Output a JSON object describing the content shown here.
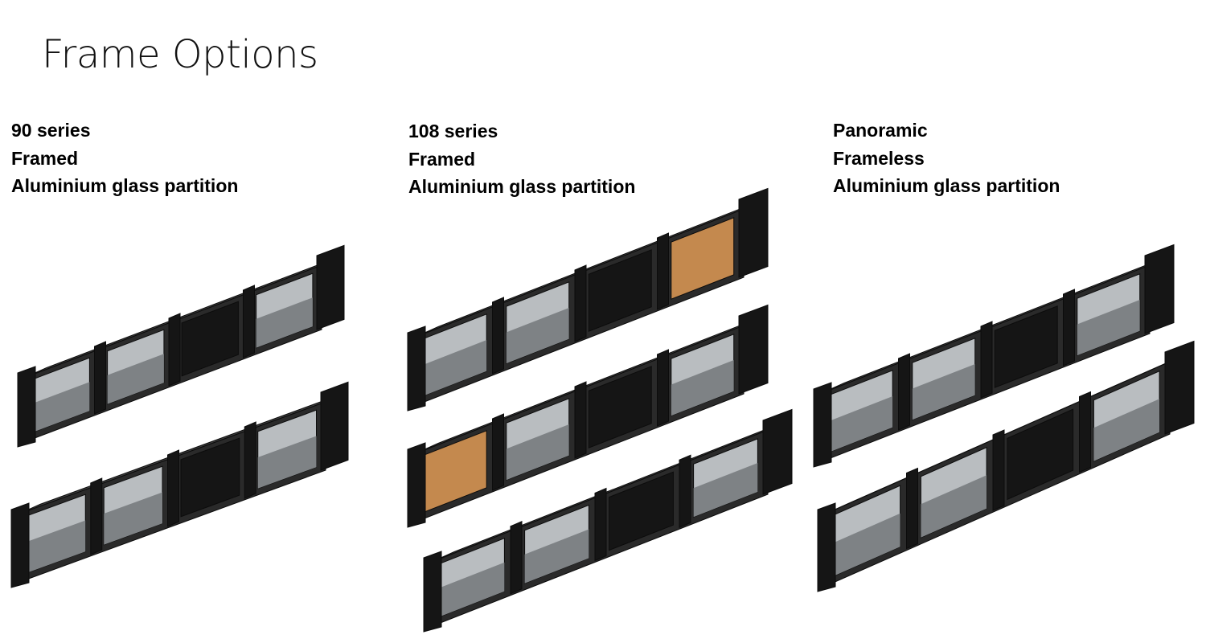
{
  "page": {
    "title": "Frame Options"
  },
  "columns": [
    {
      "line1": "90 series",
      "line2": "Framed",
      "line3": "Aluminium glass partition",
      "profiles": [
        "glass",
        "glass"
      ]
    },
    {
      "line1": "108 series",
      "line2": "Framed",
      "line3": "Aluminium glass partition",
      "profiles": [
        "glass-and-solid",
        "solid-and-glass",
        "glass"
      ]
    },
    {
      "line1": "Panoramic",
      "line2": "Frameless",
      "line3": "Aluminium glass partition",
      "profiles": [
        "glass",
        "glass"
      ]
    }
  ],
  "colors": {
    "frame": "#2a2a2a",
    "frame_dark": "#151515",
    "frame_light": "#3d3d3d",
    "glass": "#b9bdc0",
    "glass_dark": "#7e8285",
    "insert": "#c4894e",
    "background": "#ffffff"
  }
}
